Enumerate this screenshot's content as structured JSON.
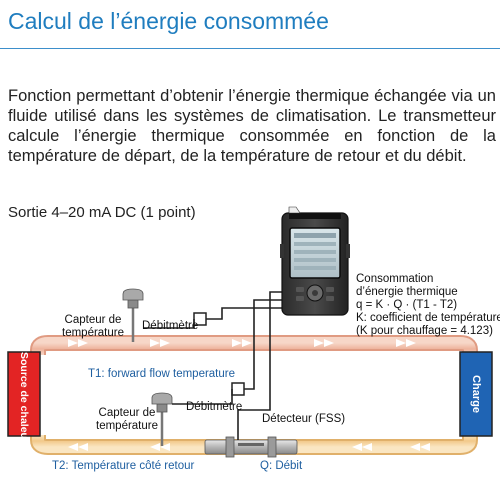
{
  "header": {
    "title": "Calcul de l’énergie consommée"
  },
  "description": {
    "paragraph": "Fonction permettant d’obtenir l’énergie thermique échangée via un fluide utilisé dans les systèmes de climatisation. Le transmetteur calcule l’énergie thermique consommée en fonction de la température de départ, de la température de retour et du débit.",
    "output": "Sortie 4–20 mA DC (1 point)"
  },
  "diagram": {
    "heat_source": "Source de chaleur",
    "load": "Charge",
    "sensor_top": [
      "Capteur de",
      "température"
    ],
    "flowmeter_top": "Débitmètre",
    "sensor_bottom": [
      "Capteur de",
      "température"
    ],
    "flowmeter_bottom": "Débitmètre",
    "detector": "Détecteur (FSS)",
    "t1": "T1: forward flow temperature",
    "t2": "T2: Température côté retour",
    "q": "Q: Débit",
    "energy": {
      "line1": "Consommation",
      "line2": "d’énergie thermique",
      "formula": "q = K · Q · (T1 - T2)",
      "k_def": "K: coefficient de température",
      "k_heating": "(K pour chauffage = 4.123)"
    },
    "colors": {
      "heat_source": "#e32424",
      "load": "#1f64b4",
      "supply_pipe": "#f2c4b0",
      "return_pipe": "#f6d8a2",
      "label_blue": "#1f5fa0"
    }
  }
}
